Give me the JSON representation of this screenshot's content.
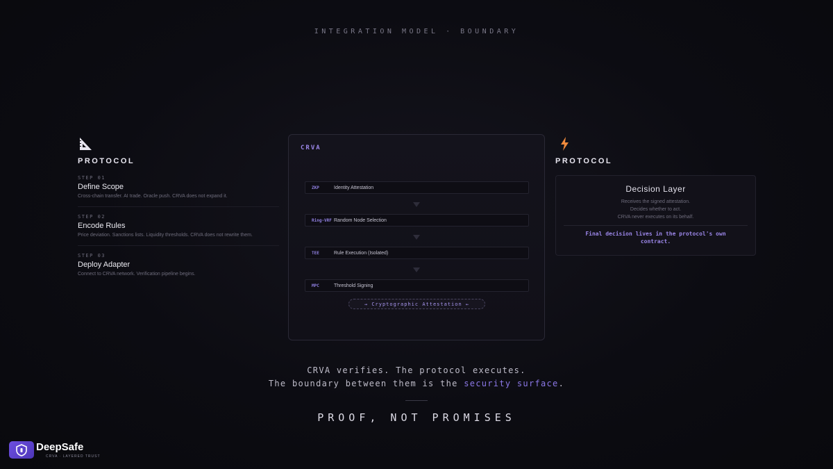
{
  "header": {
    "title": "INTEGRATION MODEL · BOUNDARY"
  },
  "left": {
    "icon": "triangle-ruler-icon",
    "heading": "PROTOCOL",
    "steps": [
      {
        "num": "STEP 01",
        "title": "Define Scope",
        "desc": "Cross-chain transfer. AI trade. Oracle push. CRVA does not expand it."
      },
      {
        "num": "STEP 02",
        "title": "Encode Rules",
        "desc": "Price deviation. Sanctions lists. Liquidity thresholds. CRVA does not rewrite them."
      },
      {
        "num": "STEP 03",
        "title": "Deploy Adapter",
        "desc": "Connect to CRVA network. Verification pipeline begins."
      }
    ]
  },
  "center": {
    "title": "CRVA",
    "pipeline": [
      {
        "tag": "ZKP",
        "label": "Identity Attestation"
      },
      {
        "tag": "Ring-VRF",
        "label": "Random Node Selection"
      },
      {
        "tag": "TEE",
        "label": "Rule Execution (Isolated)"
      },
      {
        "tag": "MPC",
        "label": "Threshold Signing"
      }
    ],
    "attestation": "→ Cryptographic Attestation ←"
  },
  "right": {
    "icon": "lightning-bolt-icon",
    "heading": "PROTOCOL",
    "decision": {
      "title": "Decision Layer",
      "lines": [
        "Receives the signed attestation.",
        "Decides whether to act.",
        "CRVA never executes on its behalf."
      ],
      "final": "Final decision lives in the protocol's own contract."
    }
  },
  "footer": {
    "line1": "CRVA verifies. The protocol executes.",
    "line2_prefix": "The boundary between them is the ",
    "line2_accent": "security surface",
    "line2_suffix": ".",
    "tagline": "PROOF, NOT PROMISES"
  },
  "logo": {
    "name": "DeepSafe",
    "subtitle": "CRVA · LAYERED TRUST"
  },
  "colors": {
    "accent": "#9b86e8",
    "bolt": "#f08a3c",
    "brand": "#6d4fe0"
  }
}
